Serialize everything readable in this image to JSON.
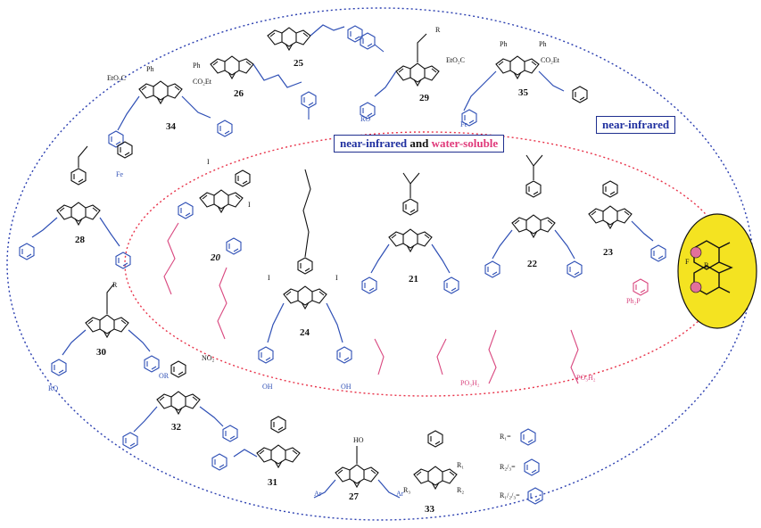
{
  "legend": {
    "inner_box": {
      "part1": "near-infrared",
      "part2": " and ",
      "part3": "water-soluble"
    },
    "outer_box": "near-infrared"
  },
  "compounds": [
    {
      "id": "c25",
      "label": "25"
    },
    {
      "id": "c26",
      "label": "26"
    },
    {
      "id": "c29",
      "label": "29"
    },
    {
      "id": "c35",
      "label": "35"
    },
    {
      "id": "c34",
      "label": "34"
    },
    {
      "id": "c28",
      "label": "28"
    },
    {
      "id": "c30",
      "label": "30"
    },
    {
      "id": "c32",
      "label": "32"
    },
    {
      "id": "c31",
      "label": "31"
    },
    {
      "id": "c27",
      "label": "27"
    },
    {
      "id": "c33",
      "label": "33"
    },
    {
      "id": "c20",
      "label": "20"
    },
    {
      "id": "c24",
      "label": "24"
    },
    {
      "id": "c21",
      "label": "21"
    },
    {
      "id": "c22",
      "label": "22"
    },
    {
      "id": "c23",
      "label": "23"
    }
  ],
  "text_fragments": {
    "co2et": "CO₂Et",
    "eto2c": "EtO₂C",
    "ph": "Ph",
    "fe": "Fe",
    "no2": "NO₂",
    "ro": "RO",
    "or": "OR",
    "oh": "OH",
    "ho": "HO",
    "ar": "Ar",
    "r": "R",
    "r1": "R₁",
    "r2": "R₂",
    "r3": "R₃",
    "r1_eq": "R₁=",
    "r2_eq": "R₂/₃=",
    "r3_eq": "R₁/₂/₃=",
    "ph2p": "Ph₂P",
    "po3h2": "PO₃H₂",
    "i": "I",
    "f": "F"
  },
  "colors": {
    "outer_ellipse": "#2b3fb0",
    "inner_ellipse": "#e8334a",
    "structure_black": "#111111",
    "substituent_blue": "#2e4fb5",
    "substituent_pink": "#d9477f",
    "core_fill": "#f4e321",
    "core_dot": "#e2709a"
  }
}
